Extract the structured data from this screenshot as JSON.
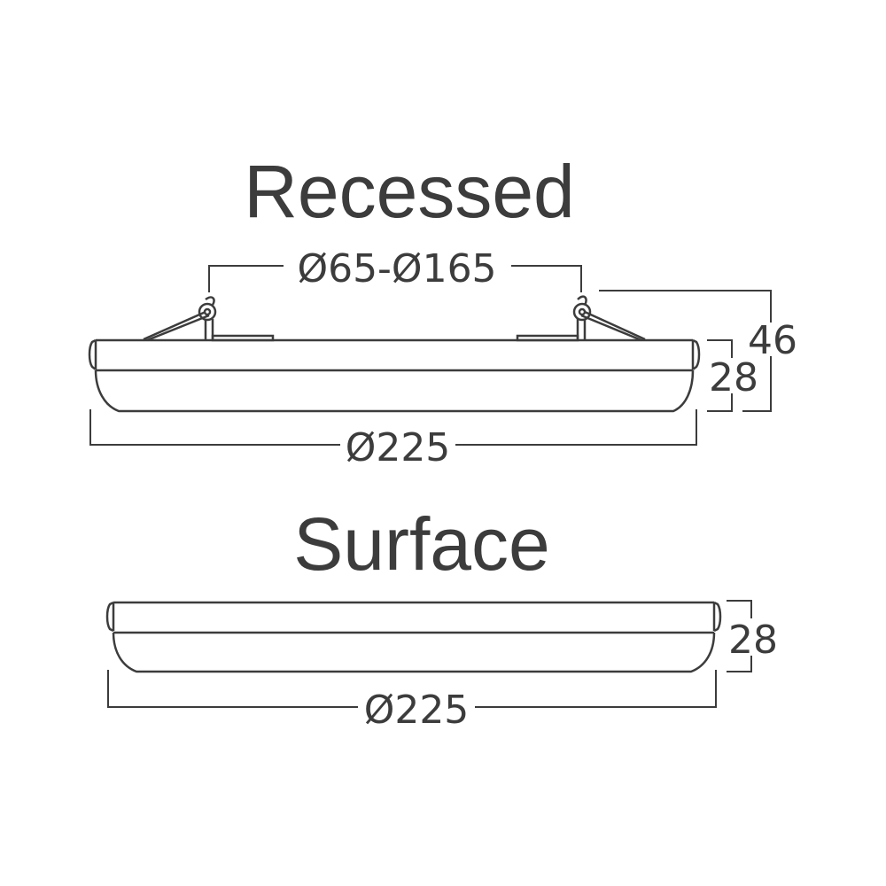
{
  "recessed": {
    "title": "Recessed",
    "cutout_label": "Ø65-Ø165",
    "total_height_label": "46",
    "body_height_label": "28",
    "diameter_label": "Ø225"
  },
  "surface": {
    "title": "Surface",
    "body_height_label": "28",
    "diameter_label": "Ø225"
  }
}
